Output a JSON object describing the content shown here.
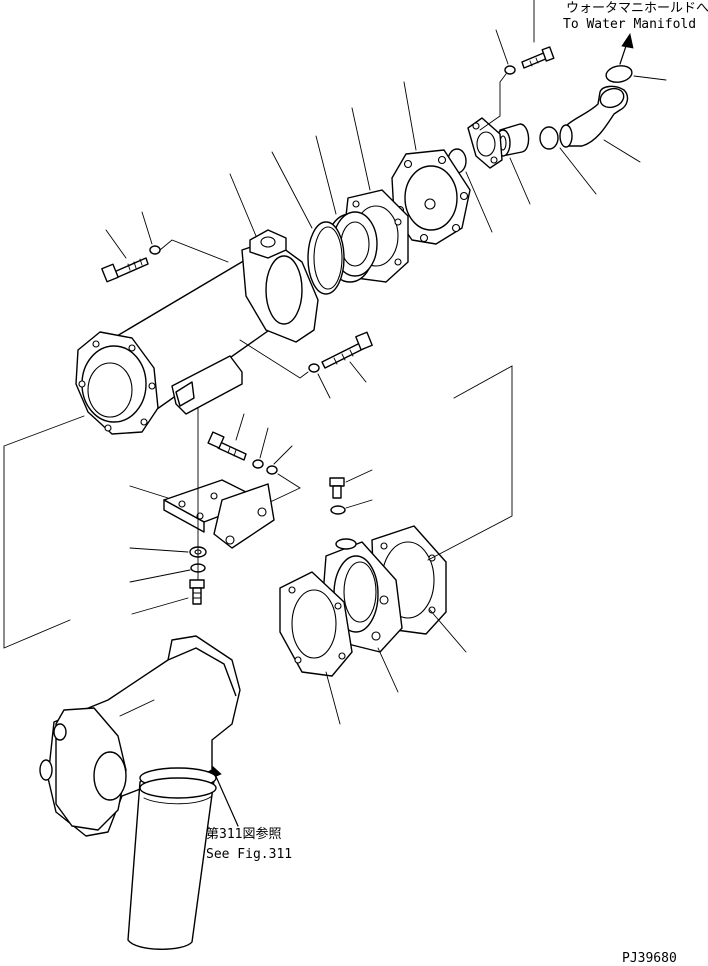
{
  "callouts": {
    "water_manifold_jp": "ウォータマニホールドへ",
    "water_manifold_en": "To Water Manifold",
    "fig_ref_jp": "第311図参照",
    "fig_ref_en": "See Fig.311"
  },
  "drawing_number": "PJ39680"
}
